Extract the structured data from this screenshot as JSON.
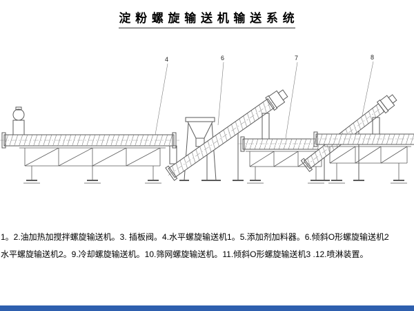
{
  "page_title": "淀 粉 螺 旋 输 送 机 输 送 系 统",
  "drawing": {
    "callouts": [
      {
        "label": "4"
      },
      {
        "label": "6"
      },
      {
        "label": "7"
      },
      {
        "label": "8"
      }
    ]
  },
  "caption": {
    "line1": "1。2.油加热加搅拌螺旋输送机。3. 插板阀。4.水平螺旋输送机1。5.添加剂加料器。6.倾斜O形螺旋输送机2",
    "line2": "水平螺旋输送机2。9.冷却螺旋输送机。10.筛网螺旋输送机。11.倾斜O形螺旋输送机3 .12.喷淋装置。"
  },
  "colors": {
    "drawing_lines": "#5a5a5a",
    "footer_bar": "#2e5fae",
    "background": "#ffffff"
  }
}
